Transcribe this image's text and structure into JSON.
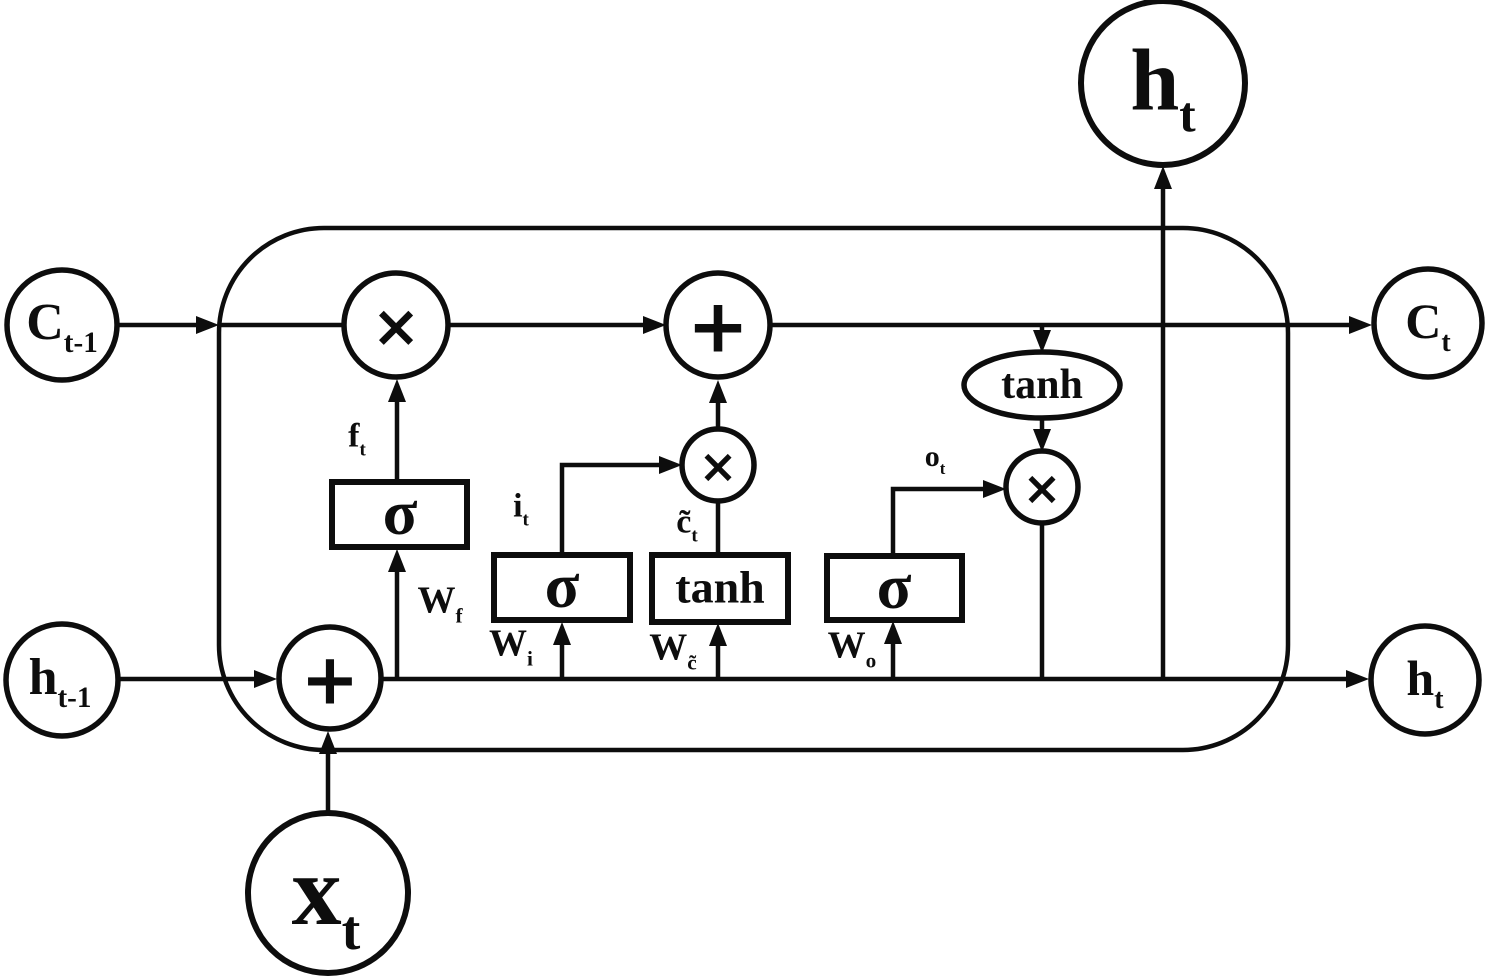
{
  "diagram": {
    "type": "lstm-cell",
    "stroke_color": "#0d0d0d",
    "background_color": "#ffffff",
    "nodes": {
      "c_prev": {
        "main": "C",
        "sub": "t-1"
      },
      "h_prev": {
        "main": "h",
        "sub": "t-1"
      },
      "x_input": {
        "main": "x",
        "sub": "t"
      },
      "h_output_top": {
        "main": "h",
        "sub": "t"
      },
      "c_next": {
        "main": "C",
        "sub": "t"
      },
      "h_next": {
        "main": "h",
        "sub": "t"
      }
    },
    "operators": {
      "multiply": "×",
      "add": "+"
    },
    "gates": {
      "forget": "σ",
      "input": "σ",
      "candidate": "tanh",
      "output": "σ",
      "cell_activation": "tanh"
    },
    "signal_labels": {
      "forget": {
        "main": "f",
        "sub": "t"
      },
      "input": {
        "main": "i",
        "sub": "t"
      },
      "candidate": {
        "main": "c̃",
        "sub": "t"
      },
      "output": {
        "main": "o",
        "sub": "t"
      }
    },
    "weight_labels": {
      "forget": {
        "main": "W",
        "sub": "f"
      },
      "input": {
        "main": "W",
        "sub": "i"
      },
      "candidate": {
        "main": "W",
        "sub": "c̃"
      },
      "output": {
        "main": "W",
        "sub": "o"
      }
    }
  }
}
